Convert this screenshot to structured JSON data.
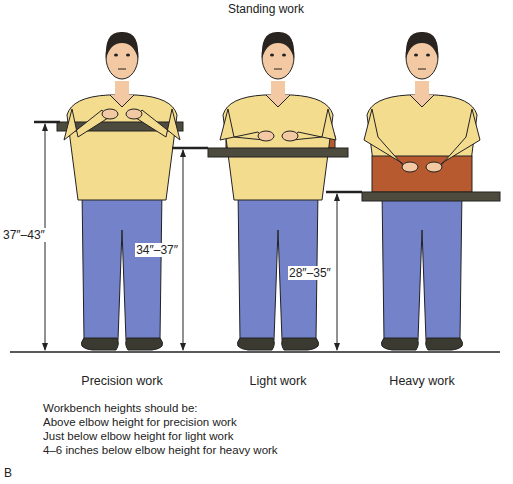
{
  "diagram": {
    "title": "Standing work",
    "labels": [
      "37″–43″",
      "34″–37″",
      "28″–35″",
      "Precision work",
      "Light work",
      "Heavy work",
      "Workbench heights should be:",
      "Above elbow height for precision work",
      "Just below elbow height for light work",
      "4–6 inches below elbow height for heavy work",
      "B"
    ]
  }
}
